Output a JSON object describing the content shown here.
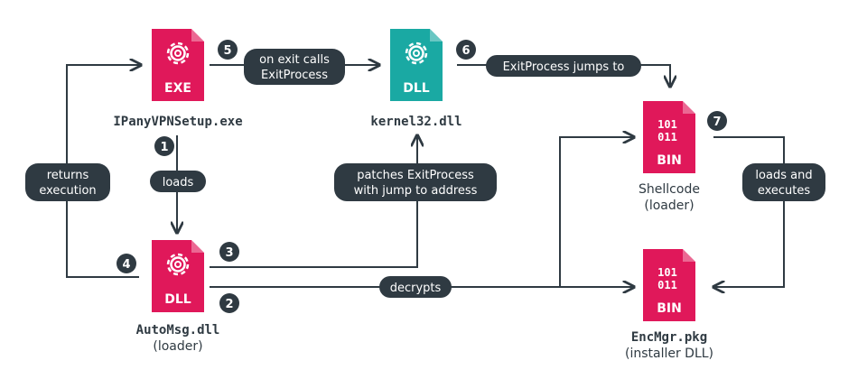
{
  "nodes": {
    "ipany": {
      "badge": "EXE",
      "name": "IPanyVPNSetup.exe",
      "sub": "",
      "color": "#e0185a"
    },
    "kernel": {
      "badge": "DLL",
      "name": "kernel32.dll",
      "sub": "",
      "color": "#1aa9a3"
    },
    "automsg": {
      "badge": "DLL",
      "name": "AutoMsg.dll",
      "sub": "(loader)",
      "color": "#e0185a"
    },
    "shellcode": {
      "badge": "BIN",
      "bits1": "101",
      "bits2": "011",
      "name": "Shellcode",
      "sub": "(loader)",
      "color": "#e0185a"
    },
    "encmgr": {
      "badge": "BIN",
      "bits1": "101",
      "bits2": "011",
      "name": "EncMgr.pkg",
      "sub": "(installer DLL)",
      "color": "#e0185a"
    }
  },
  "steps": {
    "s1": "1",
    "s2": "2",
    "s3": "3",
    "s4": "4",
    "s5": "5",
    "s6": "6",
    "s7": "7"
  },
  "edge_labels": {
    "loads": "loads",
    "returns_1": "returns",
    "returns_2": "execution",
    "on_exit_1": "on exit calls",
    "on_exit_2": "ExitProcess",
    "jumps_to": "ExitProcess jumps to",
    "patches_1": "patches ExitProcess",
    "patches_2": "with jump to address",
    "decrypts": "decrypts",
    "loads_exec_1": "loads and",
    "loads_exec_2": "executes"
  },
  "colors": {
    "line": "#2f3a42",
    "pill": "#2f3a42",
    "pill_text": "#ffffff",
    "exe": "#e0185a",
    "dll_teal": "#1aa9a3"
  }
}
